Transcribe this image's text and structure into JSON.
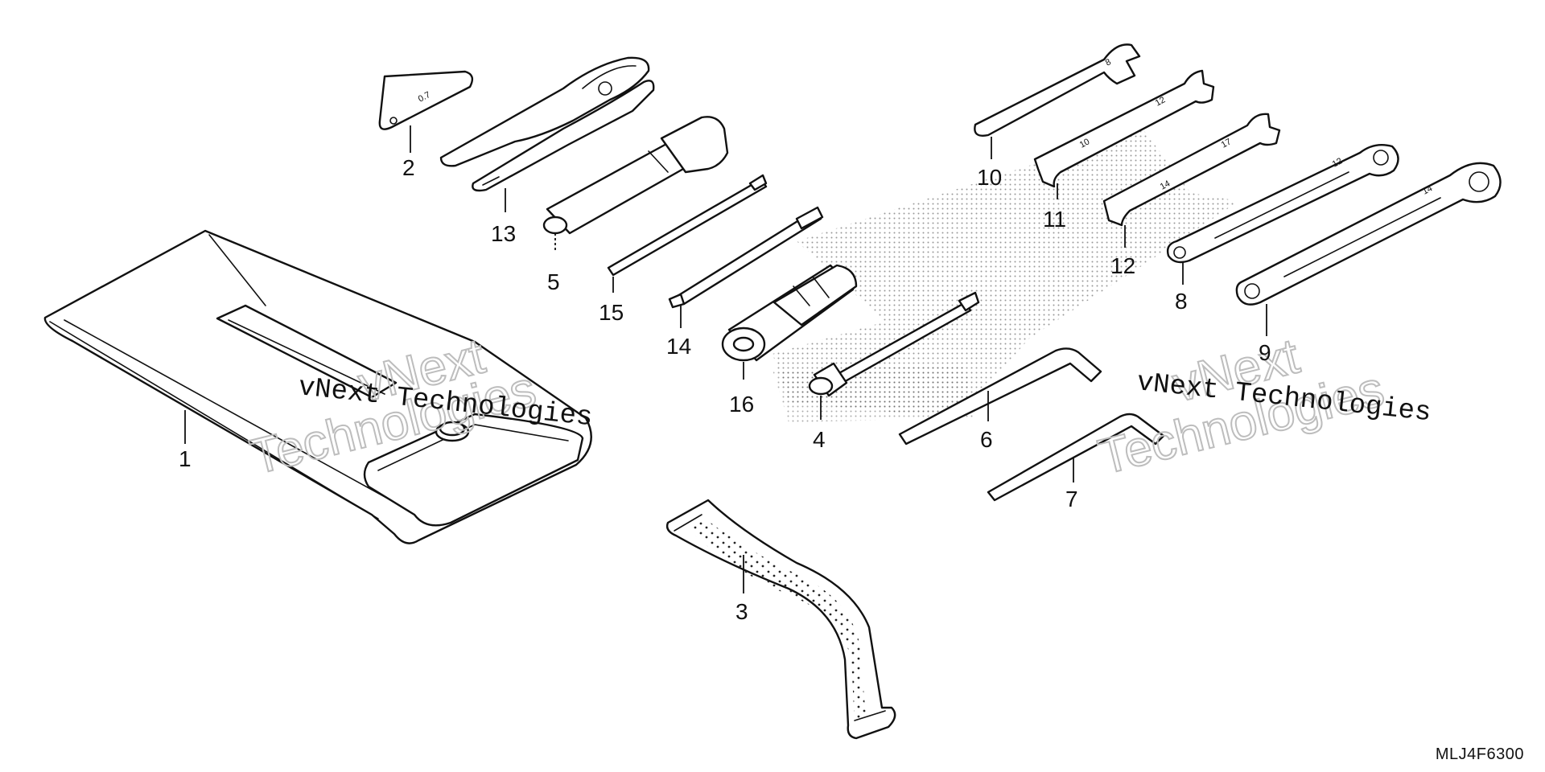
{
  "diagram": {
    "code": "MLJ4F6300",
    "watermark_lines": [
      "vNext",
      "Technologies"
    ],
    "watermark_caption": "vNext Technologies",
    "callouts": [
      "1",
      "2",
      "3",
      "4",
      "5",
      "6",
      "7",
      "8",
      "9",
      "10",
      "11",
      "12",
      "13",
      "14",
      "15",
      "16"
    ],
    "part_markings": {
      "feeler_gauge": "0.7",
      "wrench_10": "8",
      "wrench_11": "10",
      "wrench_11_end": "12",
      "wrench_12": "14",
      "wrench_12_end": "17",
      "wrench_8": "12",
      "wrench_9": "14"
    }
  }
}
